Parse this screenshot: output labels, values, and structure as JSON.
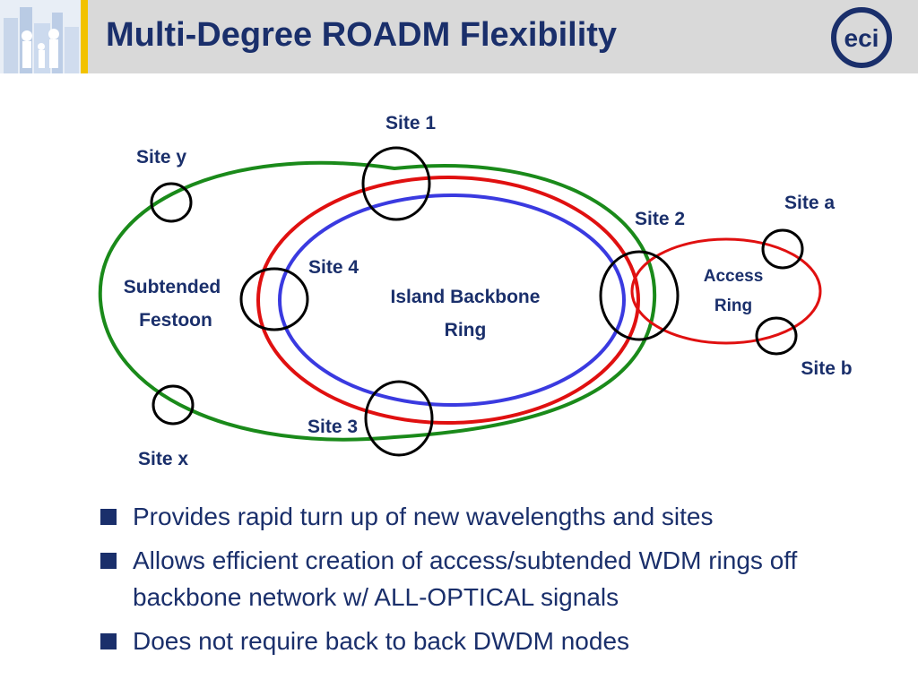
{
  "header": {
    "title": "Multi-Degree ROADM Flexibility",
    "logo_text": "eci"
  },
  "diagram": {
    "site_labels": {
      "site1": "Site 1",
      "site2": "Site 2",
      "site3": "Site 3",
      "site4": "Site 4",
      "sitey": "Site y",
      "sitex": "Site x",
      "sitea": "Site a",
      "siteb": "Site b"
    },
    "ring_labels": {
      "subtended_line1": "Subtended",
      "subtended_line2": "Festoon",
      "backbone_line1": "Island Backbone",
      "backbone_line2": "Ring",
      "access_line1": "Access",
      "access_line2": "Ring"
    },
    "colors": {
      "green": "#1a8a1a",
      "red": "#e01010",
      "blue": "#3a3ae0",
      "node": "#000000",
      "text": "#1a2f6b"
    }
  },
  "bullets": [
    "Provides rapid turn up of new wavelengths and sites",
    "Allows efficient creation of access/subtended WDM rings off backbone network w/ ALL-OPTICAL signals",
    "Does not require back to back DWDM nodes"
  ]
}
